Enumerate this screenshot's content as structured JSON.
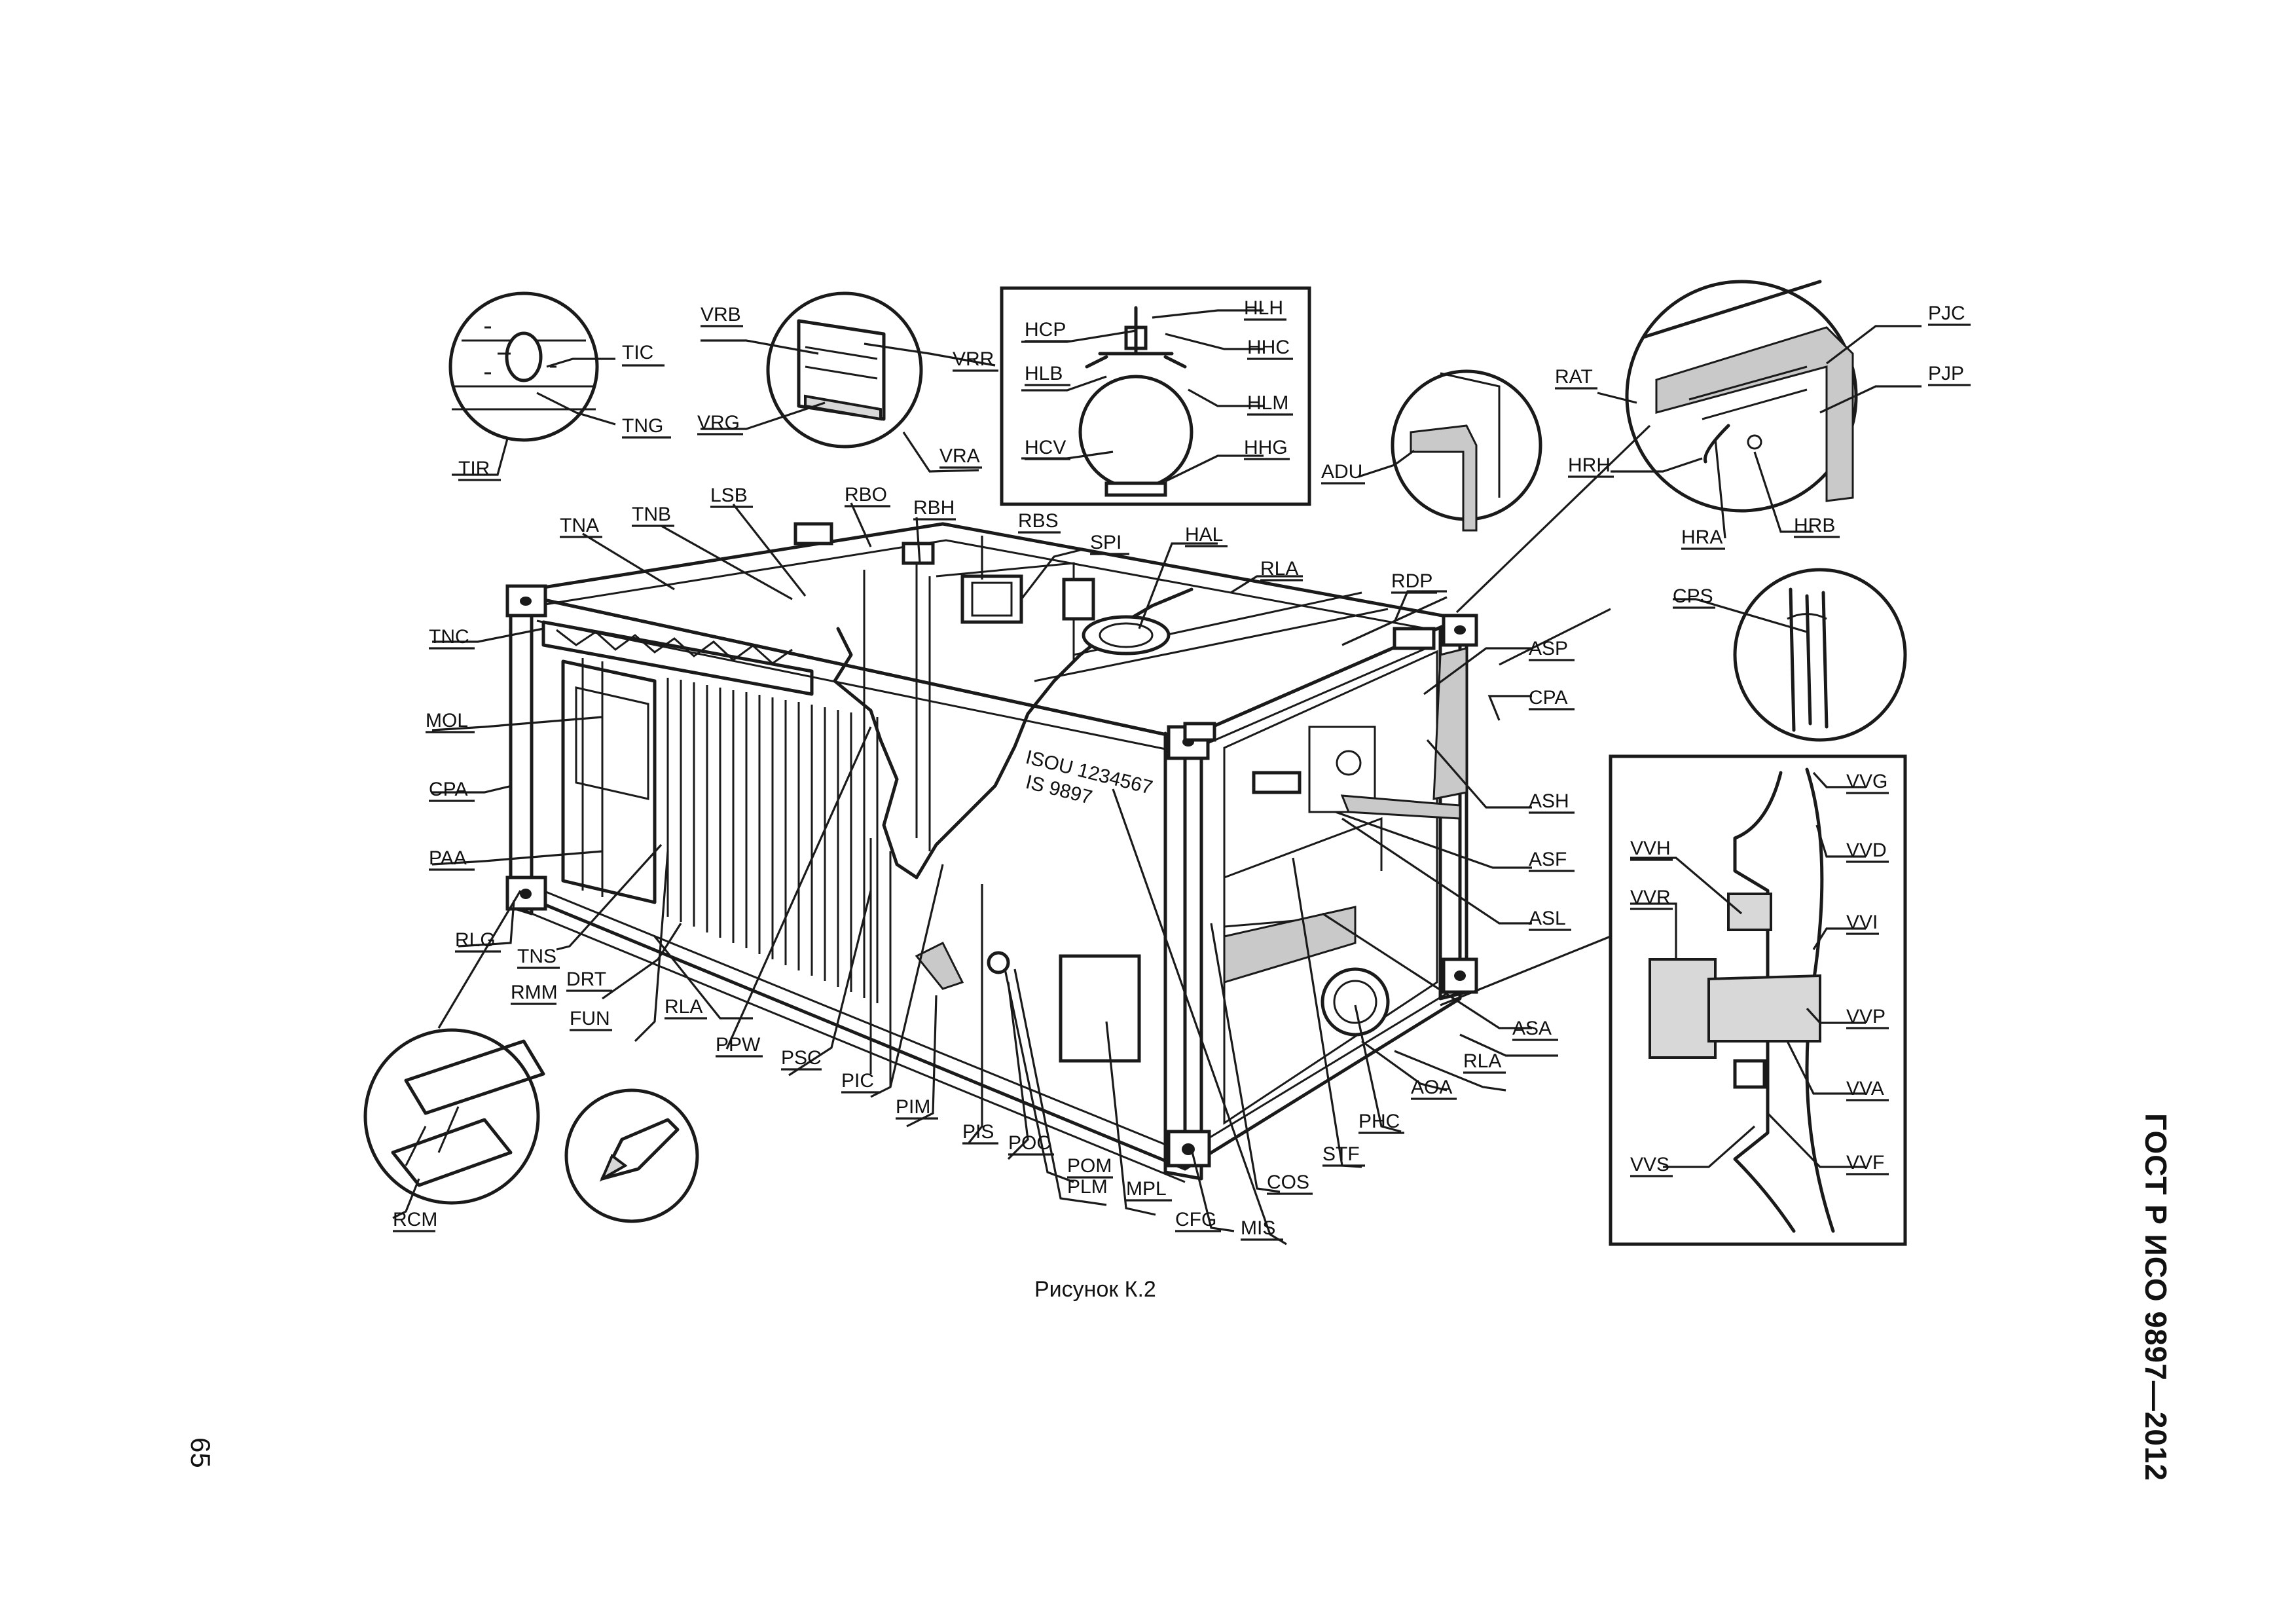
{
  "figure": {
    "caption": "Рисунок К.2",
    "container_marking": [
      "ISOU 1234567",
      "IS 9897"
    ],
    "callouts": [
      "TIC",
      "TNG",
      "TIR",
      "VRB",
      "VRR",
      "VRG",
      "VRA",
      "HCP",
      "HLH",
      "HHC",
      "HLB",
      "HLM",
      "HCV",
      "HHG",
      "ADU",
      "RAT",
      "PJC",
      "PJP",
      "HRH",
      "HRA",
      "HRB",
      "TNA",
      "TNB",
      "LSB",
      "RBO",
      "RBH",
      "RBS",
      "SPI",
      "HAL",
      "RLA",
      "RDP",
      "TNC",
      "MOL",
      "CPA",
      "PAA",
      "RLG",
      "TNS",
      "RMM",
      "DRT",
      "FUN",
      "PPW",
      "PSC",
      "PIC",
      "PIM",
      "PIS",
      "POC",
      "POM",
      "PLM",
      "MPL",
      "CFG",
      "MIS",
      "COS",
      "STF",
      "PHC",
      "AOA",
      "ASP",
      "ASH",
      "ASF",
      "ASL",
      "ASA",
      "CPS",
      "VVG",
      "VVD",
      "VVH",
      "VVR",
      "VVI",
      "VVP",
      "VVA",
      "VVS",
      "VVF",
      "RCM"
    ]
  },
  "page": {
    "number": "65",
    "standard": "ГОСТ Р ИСО 9897—2012"
  }
}
